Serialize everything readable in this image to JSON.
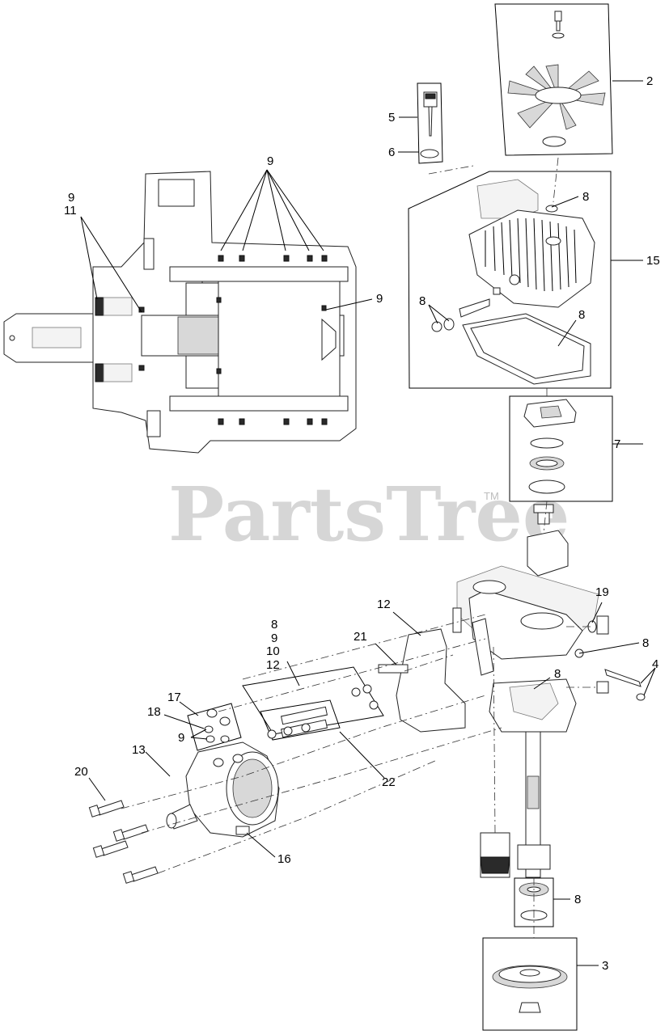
{
  "watermark": {
    "brand": "PartsTree",
    "trademark": "TM"
  },
  "callouts": {
    "c2": "2",
    "c3": "3",
    "c4": "4",
    "c5": "5",
    "c6": "6",
    "c7": "7",
    "c8a": "8",
    "c8b": "8",
    "c8c": "8",
    "c8d": "8",
    "c8e": "8",
    "c8f": "8",
    "c8g": "8",
    "c9a": "9",
    "c9b": "9",
    "c9c": "9",
    "c9d": "9",
    "c9e": "9",
    "c10": "10",
    "c11": "11",
    "c12a": "12",
    "c12b": "12",
    "c13": "13",
    "c15": "15",
    "c16": "16",
    "c17": "17",
    "c18": "18",
    "c19": "19",
    "c20": "20",
    "c21": "21",
    "c22": "22"
  }
}
